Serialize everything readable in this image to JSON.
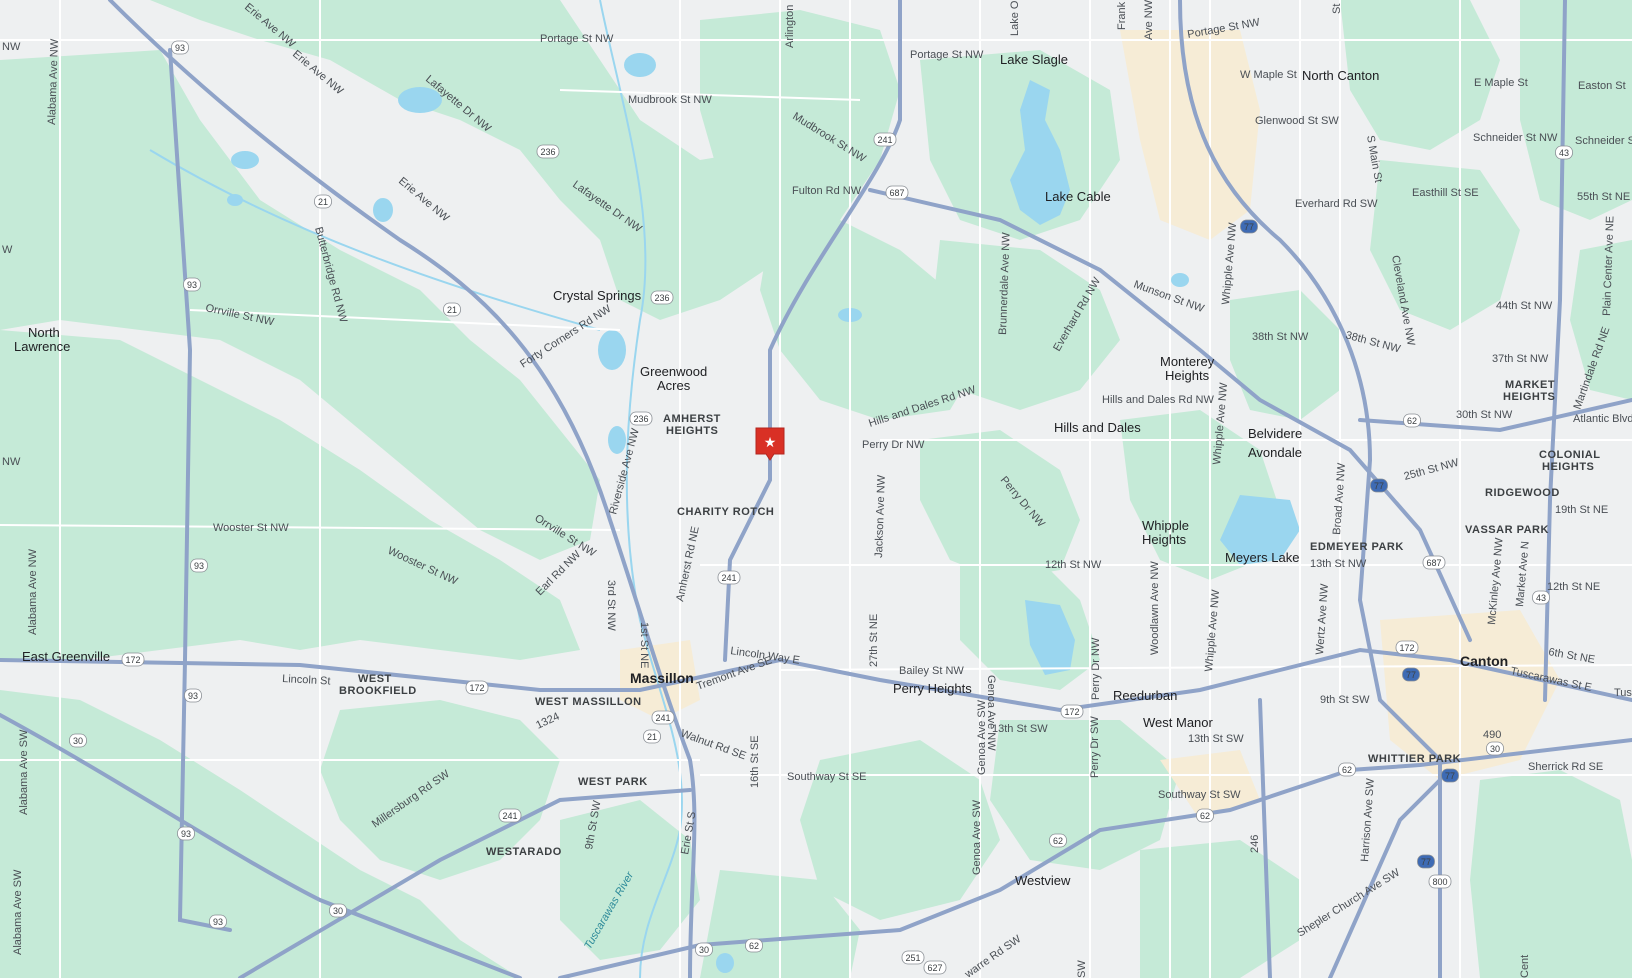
{
  "map": {
    "colors": {
      "land": "#eef0f1",
      "green": "#c5ead7",
      "water": "#9ad6ef",
      "highway": "#8fa3c8",
      "road_minor": "#ffffff",
      "urban": "#f6ecd6",
      "marker": "#d93025"
    },
    "marker": {
      "icon": "star-icon"
    },
    "places": {
      "lake_slagle": "Lake Slagle",
      "north_canton": "North Canton",
      "lake_cable": "Lake Cable",
      "crystal_springs": "Crystal Springs",
      "north_lawrence_1": "North",
      "north_lawrence_2": "Lawrence",
      "greenwood_1": "Greenwood",
      "greenwood_2": "Acres",
      "amherst_1": "AMHERST",
      "amherst_2": "HEIGHTS",
      "monterey_1": "Monterey",
      "monterey_2": "Heights",
      "hills_and_dales": "Hills and Dales",
      "belvidere_1": "Belvidere",
      "belvidere_2": "Avondale",
      "market_1": "MARKET",
      "market_2": "HEIGHTS",
      "colonial_1": "COLONIAL",
      "colonial_2": "HEIGHTS",
      "ridgewood": "RIDGEWOOD",
      "vassar_park": "VASSAR PARK",
      "charity_rotch": "CHARITY ROTCH",
      "whipple_1": "Whipple",
      "whipple_2": "Heights",
      "meyers_lake": "Meyers Lake",
      "edmeyer_park": "EDMEYER PARK",
      "east_greenville": "East Greenville",
      "west_brookfield_1": "WEST",
      "west_brookfield_2": "BROOKFIELD",
      "massillon": "Massillon",
      "west_massillon": "WEST MASSILLON",
      "perry_heights": "Perry Heights",
      "reedurban": "Reedurban",
      "west_manor": "West Manor",
      "canton": "Canton",
      "whittier_park": "WHITTIER PARK",
      "west_park": "WEST PARK",
      "westarado": "WESTARADO",
      "westview": "Westview"
    },
    "roads": {
      "portage_st_nw_1": "Portage St NW",
      "portage_st_nw_2": "Portage St NW",
      "portage_st_nw_3": "Portage St NW",
      "mudbrook_1": "Mudbrook St NW",
      "mudbrook_2": "Mudbrook St NW",
      "fulton": "Fulton Rd NW",
      "w_maple": "W Maple St",
      "e_maple": "E Maple St",
      "easton": "Easton St",
      "glenwood": "Glenwood St SW",
      "schneider_1": "Schneider St NW",
      "schneider_2": "Schneider St",
      "everhard_sw": "Everhard Rd SW",
      "easthill": "Easthill St SE",
      "st_55th": "55th St NE",
      "st_44th": "44th St NW",
      "st_38th_1": "38th St NW",
      "st_38th_2": "38th St NW",
      "st_37th": "37th St NW",
      "st_30th": "30th St NW",
      "atlantic": "Atlantic Blvd",
      "st_25th": "25th St NW",
      "st_19th": "19th St NE",
      "st_13th_nw": "13th St NW",
      "st_12th_nw": "12th St NW",
      "st_12th_ne": "12th St NE",
      "st_6th": "6th St NE",
      "st_9th_sw": "9th St SW",
      "st_13th_sw_1": "13th St SW",
      "st_13th_sw_2": "13th St SW",
      "sherrick": "Sherrick Rd SE",
      "southway_se": "Southway St SE",
      "southway_sw": "Southway St SW",
      "munson": "Munson St NW",
      "hills_dales_rd_1": "Hills and Dales Rd NW",
      "hills_dales_rd_2": "Hills and Dales Rd NW",
      "perry_dr_nw_1": "Perry Dr NW",
      "perry_dr_nw_2": "Perry Dr NW",
      "perry_dr_nw_3": "Perry Dr NW",
      "perry_dr_sw": "Perry Dr SW",
      "bailey": "Bailey St NW",
      "lincoln_way": "Lincoln Way E",
      "lincoln_st": "Lincoln St",
      "tremont": "Tremont Ave SE",
      "walnut": "Walnut Rd SE",
      "wooster_1": "Wooster St NW",
      "wooster_2": "Wooster St NW",
      "orrville_1": "Orrville St NW",
      "orrville_2": "Orrville St NW",
      "earl": "Earl Rd NW",
      "forty_corners": "Forty Corners Rd NW",
      "lafayette_1": "Lafayette Dr NW",
      "lafayette_2": "Lafayette Dr NW",
      "erie_1": "Erie Ave NW",
      "erie_2": "Erie Ave NW",
      "erie_3": "Erie Ave NW",
      "erie_s": "Erie St S",
      "butterbridge": "Butterbridge Rd NW",
      "alabama_1": "Alabama Ave NW",
      "alabama_2": "Alabama Ave NW",
      "alabama_3": "Alabama Ave SW",
      "alabama_4": "Alabama Ave SW",
      "millersburg": "Millersburg Rd SW",
      "riverside": "Riverside Ave NW",
      "amherst_rd": "Amherst Rd NE",
      "jackson": "Jackson Ave NW",
      "brunnerdale": "Brunnerdale Ave NW",
      "everhard_nw": "Everhard Rd NW",
      "whipple_ave_1": "Whipple Ave NW",
      "whipple_ave_2": "Whipple Ave NW",
      "whipple_ave_3": "Whipple Ave NW",
      "broad": "Broad Ave NW",
      "wertz": "Wertz Ave NW",
      "woodlawn": "Woodlawn Ave NW",
      "genoa_nw": "Genoa Ave NW",
      "genoa_sw_1": "Genoa Ave SW",
      "genoa_sw_2": "Genoa Ave SW",
      "ave_27th": "27th St NE",
      "ave_16th": "16th St SE",
      "ave_9th": "9th St SW",
      "st_3rd": "3rd St NW",
      "st_1st": "1st St NE",
      "arlington": "Arlington",
      "s_main": "S Main St",
      "cleveland": "Cleveland Ave NW",
      "plain_center": "Plain Center Ave NE",
      "martindale": "Martindale Rd NE",
      "mckinley": "McKinley Ave NW",
      "market_n": "Market Ave N",
      "tuscarawas": "Tuscarawas St E",
      "tusc_2": "Tusc",
      "shepler": "Shepler Church Ave SW",
      "harrison": "Harrison Ave SW",
      "warre": "warre Rd SW",
      "tuscarawas_river": "Tuscarawas River",
      "lake_o": "Lake O",
      "frank": "Frank",
      "ave_nw": "Ave NW",
      "st_nw_top": "St NW",
      "cent": "Cent",
      "n_1324": "1324",
      "n_246": "246",
      "n_490": "490",
      "sw_small": "SW",
      "nw_left1": "NW",
      "nw_left2": "NW",
      "nw_left3": "W"
    },
    "shields": {
      "r93": "93",
      "r21": "21",
      "r236": "236",
      "r241": "241",
      "r687": "687",
      "r172": "172",
      "r30": "30",
      "r62": "62",
      "r77": "77",
      "r43": "43",
      "r800": "800",
      "r627": "627",
      "r251": "251"
    }
  }
}
